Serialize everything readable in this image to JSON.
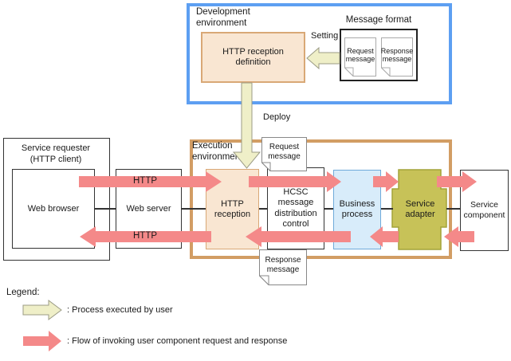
{
  "dev_env": {
    "label": "Development environment",
    "definition_box": "HTTP reception definition",
    "setting_label": "Setting",
    "message_format": {
      "title": "Message format",
      "request_doc": "Request message",
      "response_doc": "Response message"
    }
  },
  "deploy_label": "Deploy",
  "requester": {
    "title": "Service requester (HTTP client)",
    "web_browser": "Web browser"
  },
  "web_server": "Web server",
  "exec_env": {
    "label": "Execution environment",
    "http_reception": "HTTP reception",
    "hcsc": "HCSC message distribution control",
    "business_process": "Business process",
    "service_adapter": "Service adapter",
    "request_message": "Request message",
    "response_message": "Response message"
  },
  "service_component": "Service component",
  "http_top": "HTTP",
  "http_bottom": "HTTP",
  "legend": {
    "title": "Legend:",
    "items": [
      {
        "icon": "user-process-arrow",
        "text": ": Process executed by user"
      },
      {
        "icon": "flow-arrow",
        "text": ": Flow of invoking user component request and response"
      }
    ]
  },
  "colors": {
    "dev_env_border": "#5d9ff2",
    "exec_env_border": "#d29d64",
    "reception_fill": "#f9e6d2",
    "reception_border": "#d9a876",
    "business_process_fill": "#d8ecfa",
    "business_process_border": "#6faada",
    "service_adapter_fill": "#c7c258",
    "service_adapter_border": "#a3a339",
    "flow_arrow": "#f48989",
    "user_arrow_fill": "#efefc8",
    "user_arrow_border": "#9b9b85"
  }
}
